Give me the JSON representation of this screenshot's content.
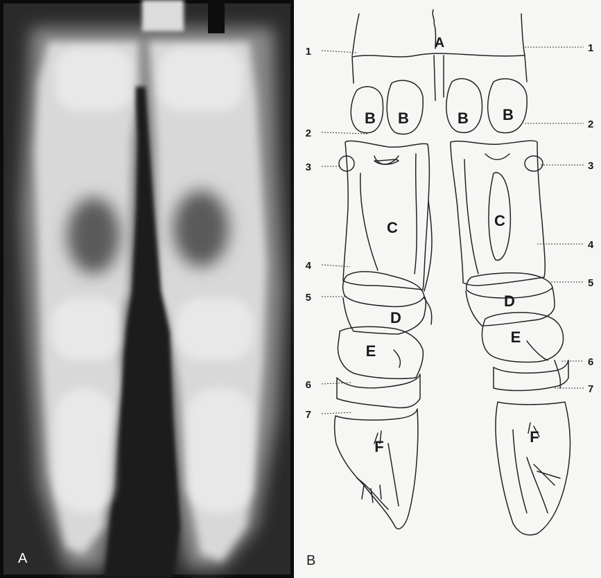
{
  "figure": {
    "panels": [
      {
        "id": "A",
        "label": "A"
      },
      {
        "id": "B",
        "label": "B"
      }
    ]
  },
  "diagram": {
    "bone_labels": {
      "A": "A",
      "B": "B",
      "C": "C",
      "D": "D",
      "E": "E",
      "F": "F"
    },
    "callouts": [
      "1",
      "2",
      "3",
      "4",
      "5",
      "6",
      "7"
    ]
  }
}
